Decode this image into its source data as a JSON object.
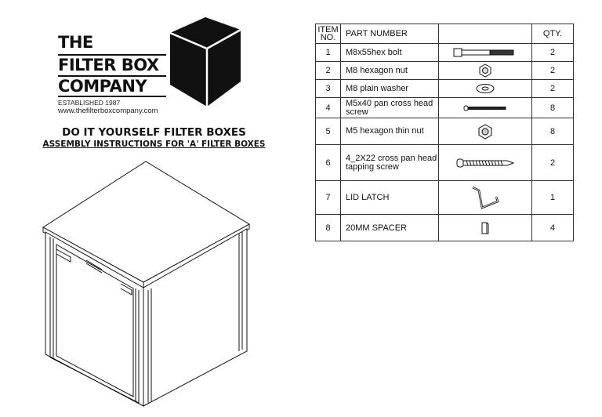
{
  "logo": {
    "line1": "THE",
    "line2": "FILTER BOX",
    "line3": "COMPANY",
    "established": "ESTABLISHED 1987",
    "website": "www.thefilterboxcompany.com"
  },
  "heading": {
    "title": "DO IT YOURSELF  FILTER BOXES",
    "subtitle": "ASSEMBLY INSTRUCTIONS FOR 'A' FILTER BOXES"
  },
  "parts_table": {
    "headers": {
      "item_line1": "ITEM",
      "item_line2": "NO.",
      "part": "PART NUMBER",
      "qty": "QTY."
    },
    "rows": [
      {
        "item": "1",
        "part": "M8x55hex bolt",
        "qty": "2",
        "icon": "hex-bolt-icon"
      },
      {
        "item": "2",
        "part": "M8 hexagon nut",
        "qty": "2",
        "icon": "hex-nut-icon"
      },
      {
        "item": "3",
        "part": "M8 plain washer",
        "qty": "2",
        "icon": "washer-icon"
      },
      {
        "item": "4",
        "part": "M5x40 pan cross head screw",
        "qty": "8",
        "icon": "pan-screw-icon"
      },
      {
        "item": "5",
        "part": "M5 hexagon thin nut",
        "qty": "8",
        "icon": "thin-nut-icon"
      },
      {
        "item": "6",
        "part": "4_2X22 cross pan head tapping screw",
        "qty": "2",
        "icon": "tapping-screw-icon"
      },
      {
        "item": "7",
        "part": "LID LATCH",
        "qty": "1",
        "icon": "lid-latch-icon"
      },
      {
        "item": "8",
        "part": "20MM SPACER",
        "qty": "4",
        "icon": "spacer-icon"
      }
    ]
  }
}
